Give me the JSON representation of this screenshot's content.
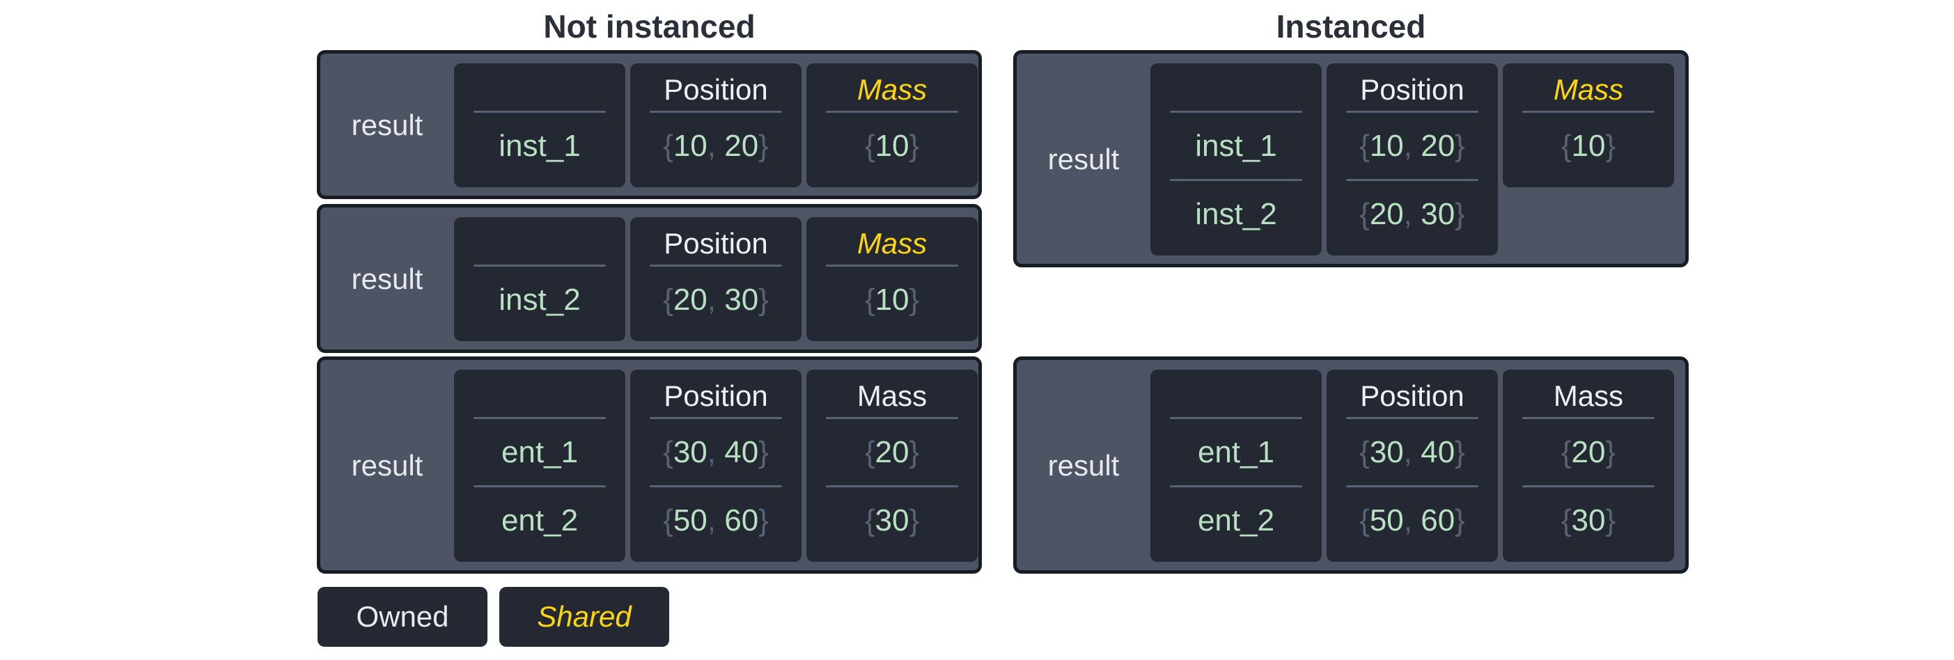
{
  "colors": {
    "table_background": "#4d5464",
    "table_border": "#181c24",
    "cell_background": "#232832",
    "title_text": "#2a2f3a",
    "header_text": "#eef0f4",
    "shared_yellow": "#ffd60a",
    "owned_text": "#e8eaee",
    "value_green": "#b7e1c1",
    "punctuation_gray": "#5a6170",
    "divider_gray": "#5b6274"
  },
  "sections": [
    {
      "id": "not-instanced",
      "title": "Not instanced",
      "tables": [
        {
          "id": "archetype-inst-1",
          "result_label": "result",
          "columns": [
            {
              "id": "entities",
              "header": "",
              "shared": false,
              "values": [
                "inst_1"
              ]
            },
            {
              "id": "position",
              "header": "Position",
              "shared": false,
              "values": [
                "{10, 20}"
              ]
            },
            {
              "id": "mass",
              "header": "Mass",
              "shared": true,
              "values": [
                "{10}"
              ]
            }
          ]
        },
        {
          "id": "archetype-inst-2",
          "result_label": "result",
          "columns": [
            {
              "id": "entities",
              "header": "",
              "shared": false,
              "values": [
                "inst_2"
              ]
            },
            {
              "id": "position",
              "header": "Position",
              "shared": false,
              "values": [
                "{20, 30}"
              ]
            },
            {
              "id": "mass",
              "header": "Mass",
              "shared": true,
              "values": [
                "{10}"
              ]
            }
          ]
        },
        {
          "id": "archetype-entities",
          "result_label": "result",
          "columns": [
            {
              "id": "entities",
              "header": "",
              "shared": false,
              "values": [
                "ent_1",
                "ent_2"
              ]
            },
            {
              "id": "position",
              "header": "Position",
              "shared": false,
              "values": [
                "{30, 40}",
                "{50, 60}"
              ]
            },
            {
              "id": "mass",
              "header": "Mass",
              "shared": false,
              "values": [
                "{20}",
                "{30}"
              ]
            }
          ]
        }
      ]
    },
    {
      "id": "instanced",
      "title": "Instanced",
      "tables": [
        {
          "id": "archetype-instances",
          "result_label": "result",
          "columns": [
            {
              "id": "entities",
              "header": "",
              "shared": false,
              "values": [
                "inst_1",
                "inst_2"
              ]
            },
            {
              "id": "position",
              "header": "Position",
              "shared": false,
              "values": [
                "{10, 20}",
                "{20, 30}"
              ]
            },
            {
              "id": "mass",
              "header": "Mass",
              "shared": true,
              "values": [
                "{10}"
              ]
            }
          ]
        },
        {
          "id": "archetype-entities-instanced",
          "result_label": "result",
          "columns": [
            {
              "id": "entities",
              "header": "",
              "shared": false,
              "values": [
                "ent_1",
                "ent_2"
              ]
            },
            {
              "id": "position",
              "header": "Position",
              "shared": false,
              "values": [
                "{30, 40}",
                "{50, 60}"
              ]
            },
            {
              "id": "mass",
              "header": "Mass",
              "shared": false,
              "values": [
                "{20}",
                "{30}"
              ]
            }
          ]
        }
      ]
    }
  ],
  "legend": {
    "owned_label": "Owned",
    "shared_label": "Shared"
  }
}
